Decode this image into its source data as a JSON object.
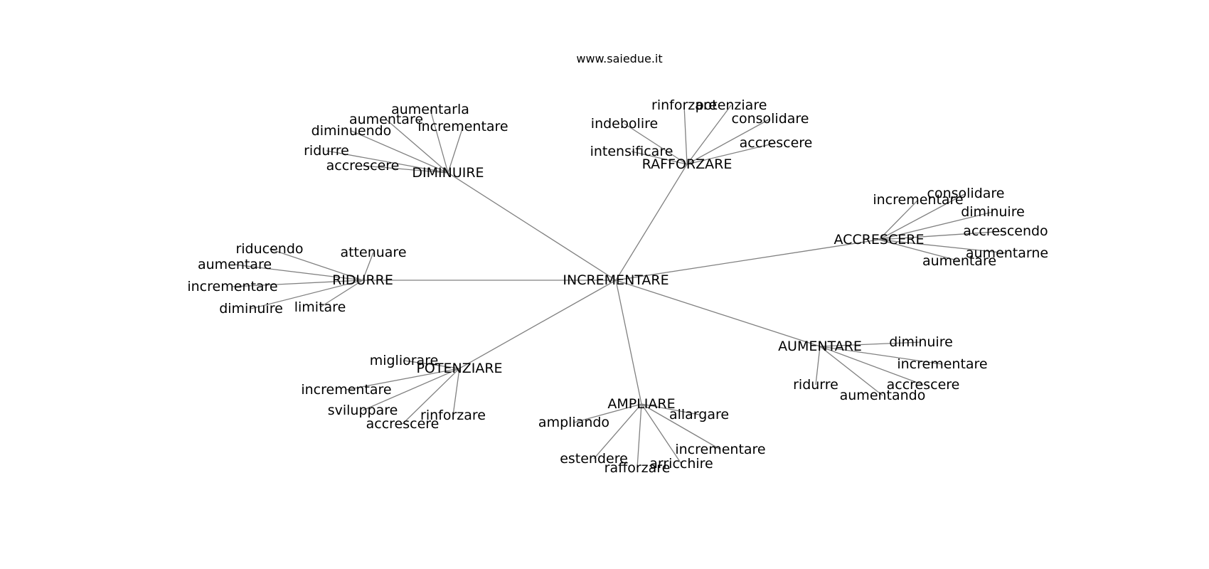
{
  "site": "www.saiedue.it",
  "graph": {
    "center": "INCREMENTARE",
    "clusters": [
      {
        "hub": "DIMINUIRE",
        "leaves": [
          "aumentarla",
          "aumentare",
          "incrementare",
          "diminuendo",
          "ridurre",
          "accrescere"
        ]
      },
      {
        "hub": "RAFFORZARE",
        "leaves": [
          "rinforzare",
          "potenziare",
          "consolidare",
          "indebolire",
          "intensificare",
          "accrescere"
        ]
      },
      {
        "hub": "ACCRESCERE",
        "leaves": [
          "incrementare",
          "consolidare",
          "diminuire",
          "accrescendo",
          "aumentarne",
          "aumentare"
        ]
      },
      {
        "hub": "RIDURRE",
        "leaves": [
          "riducendo",
          "attenuare",
          "aumentare",
          "incrementare",
          "diminuire",
          "limitare"
        ]
      },
      {
        "hub": "AUMENTARE",
        "leaves": [
          "diminuire",
          "incrementare",
          "accrescere",
          "aumentando",
          "ridurre"
        ]
      },
      {
        "hub": "POTENZIARE",
        "leaves": [
          "migliorare",
          "incrementare",
          "sviluppare",
          "accrescere",
          "rinforzare"
        ]
      },
      {
        "hub": "AMPLIARE",
        "leaves": [
          "ampliando",
          "allargare",
          "incrementare",
          "arricchire",
          "rafforzare",
          "estendere"
        ]
      }
    ]
  }
}
